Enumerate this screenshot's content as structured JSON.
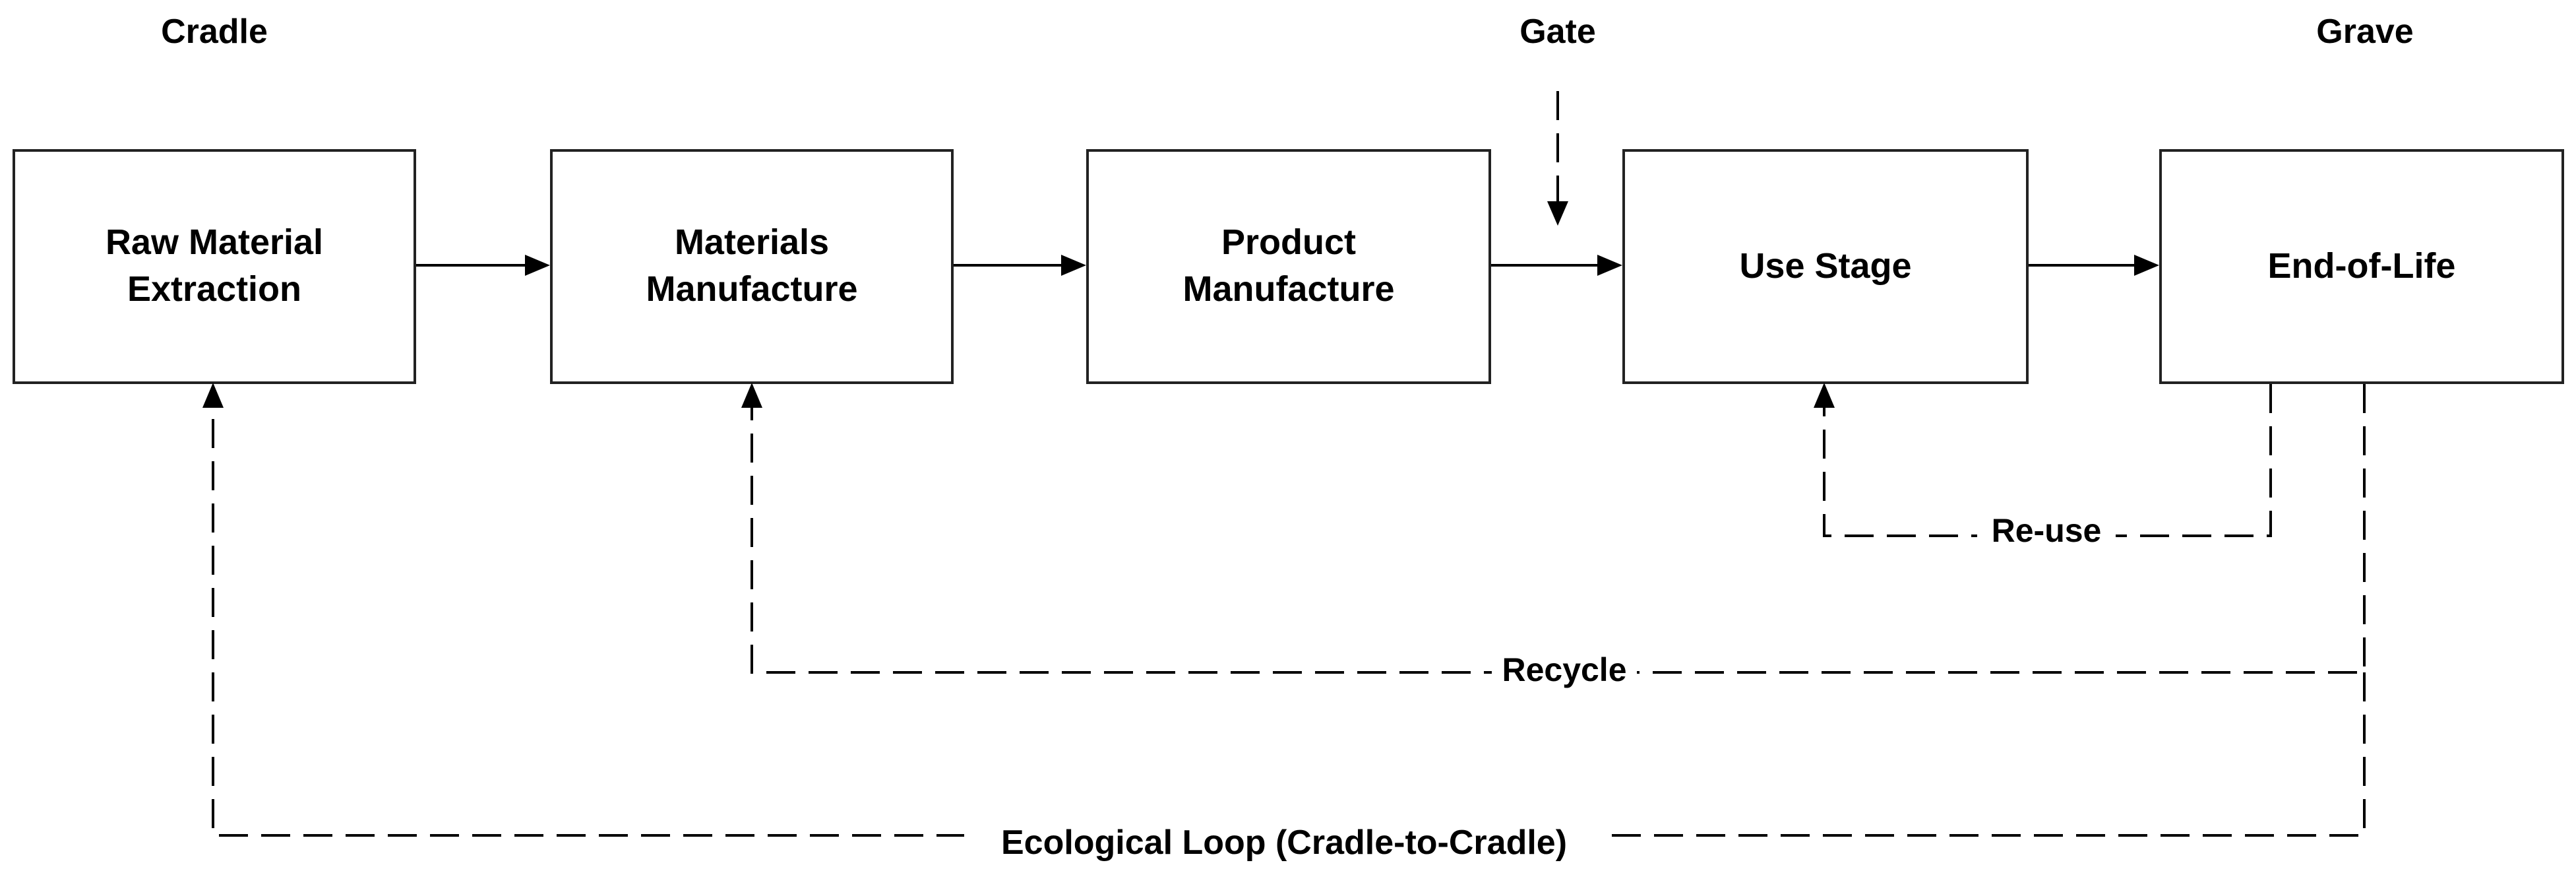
{
  "stage_headers": {
    "cradle": "Cradle",
    "gate": "Gate",
    "grave": "Grave"
  },
  "boxes": {
    "raw_material_extraction": {
      "line1": "Raw Material",
      "line2": "Extraction"
    },
    "materials_manufacture": {
      "line1": "Materials",
      "line2": "Manufacture"
    },
    "product_manufacture": {
      "line1": "Product",
      "line2": "Manufacture"
    },
    "use_stage": {
      "label": "Use Stage"
    },
    "end_of_life": {
      "label": "End-of-Life"
    }
  },
  "loops": {
    "reuse": "Re-use",
    "recycle": "Recycle",
    "ecological": "Ecological Loop (Cradle-to-Cradle)"
  },
  "colors": {
    "line": "#000000",
    "box_border": "#222222",
    "background": "#ffffff"
  }
}
